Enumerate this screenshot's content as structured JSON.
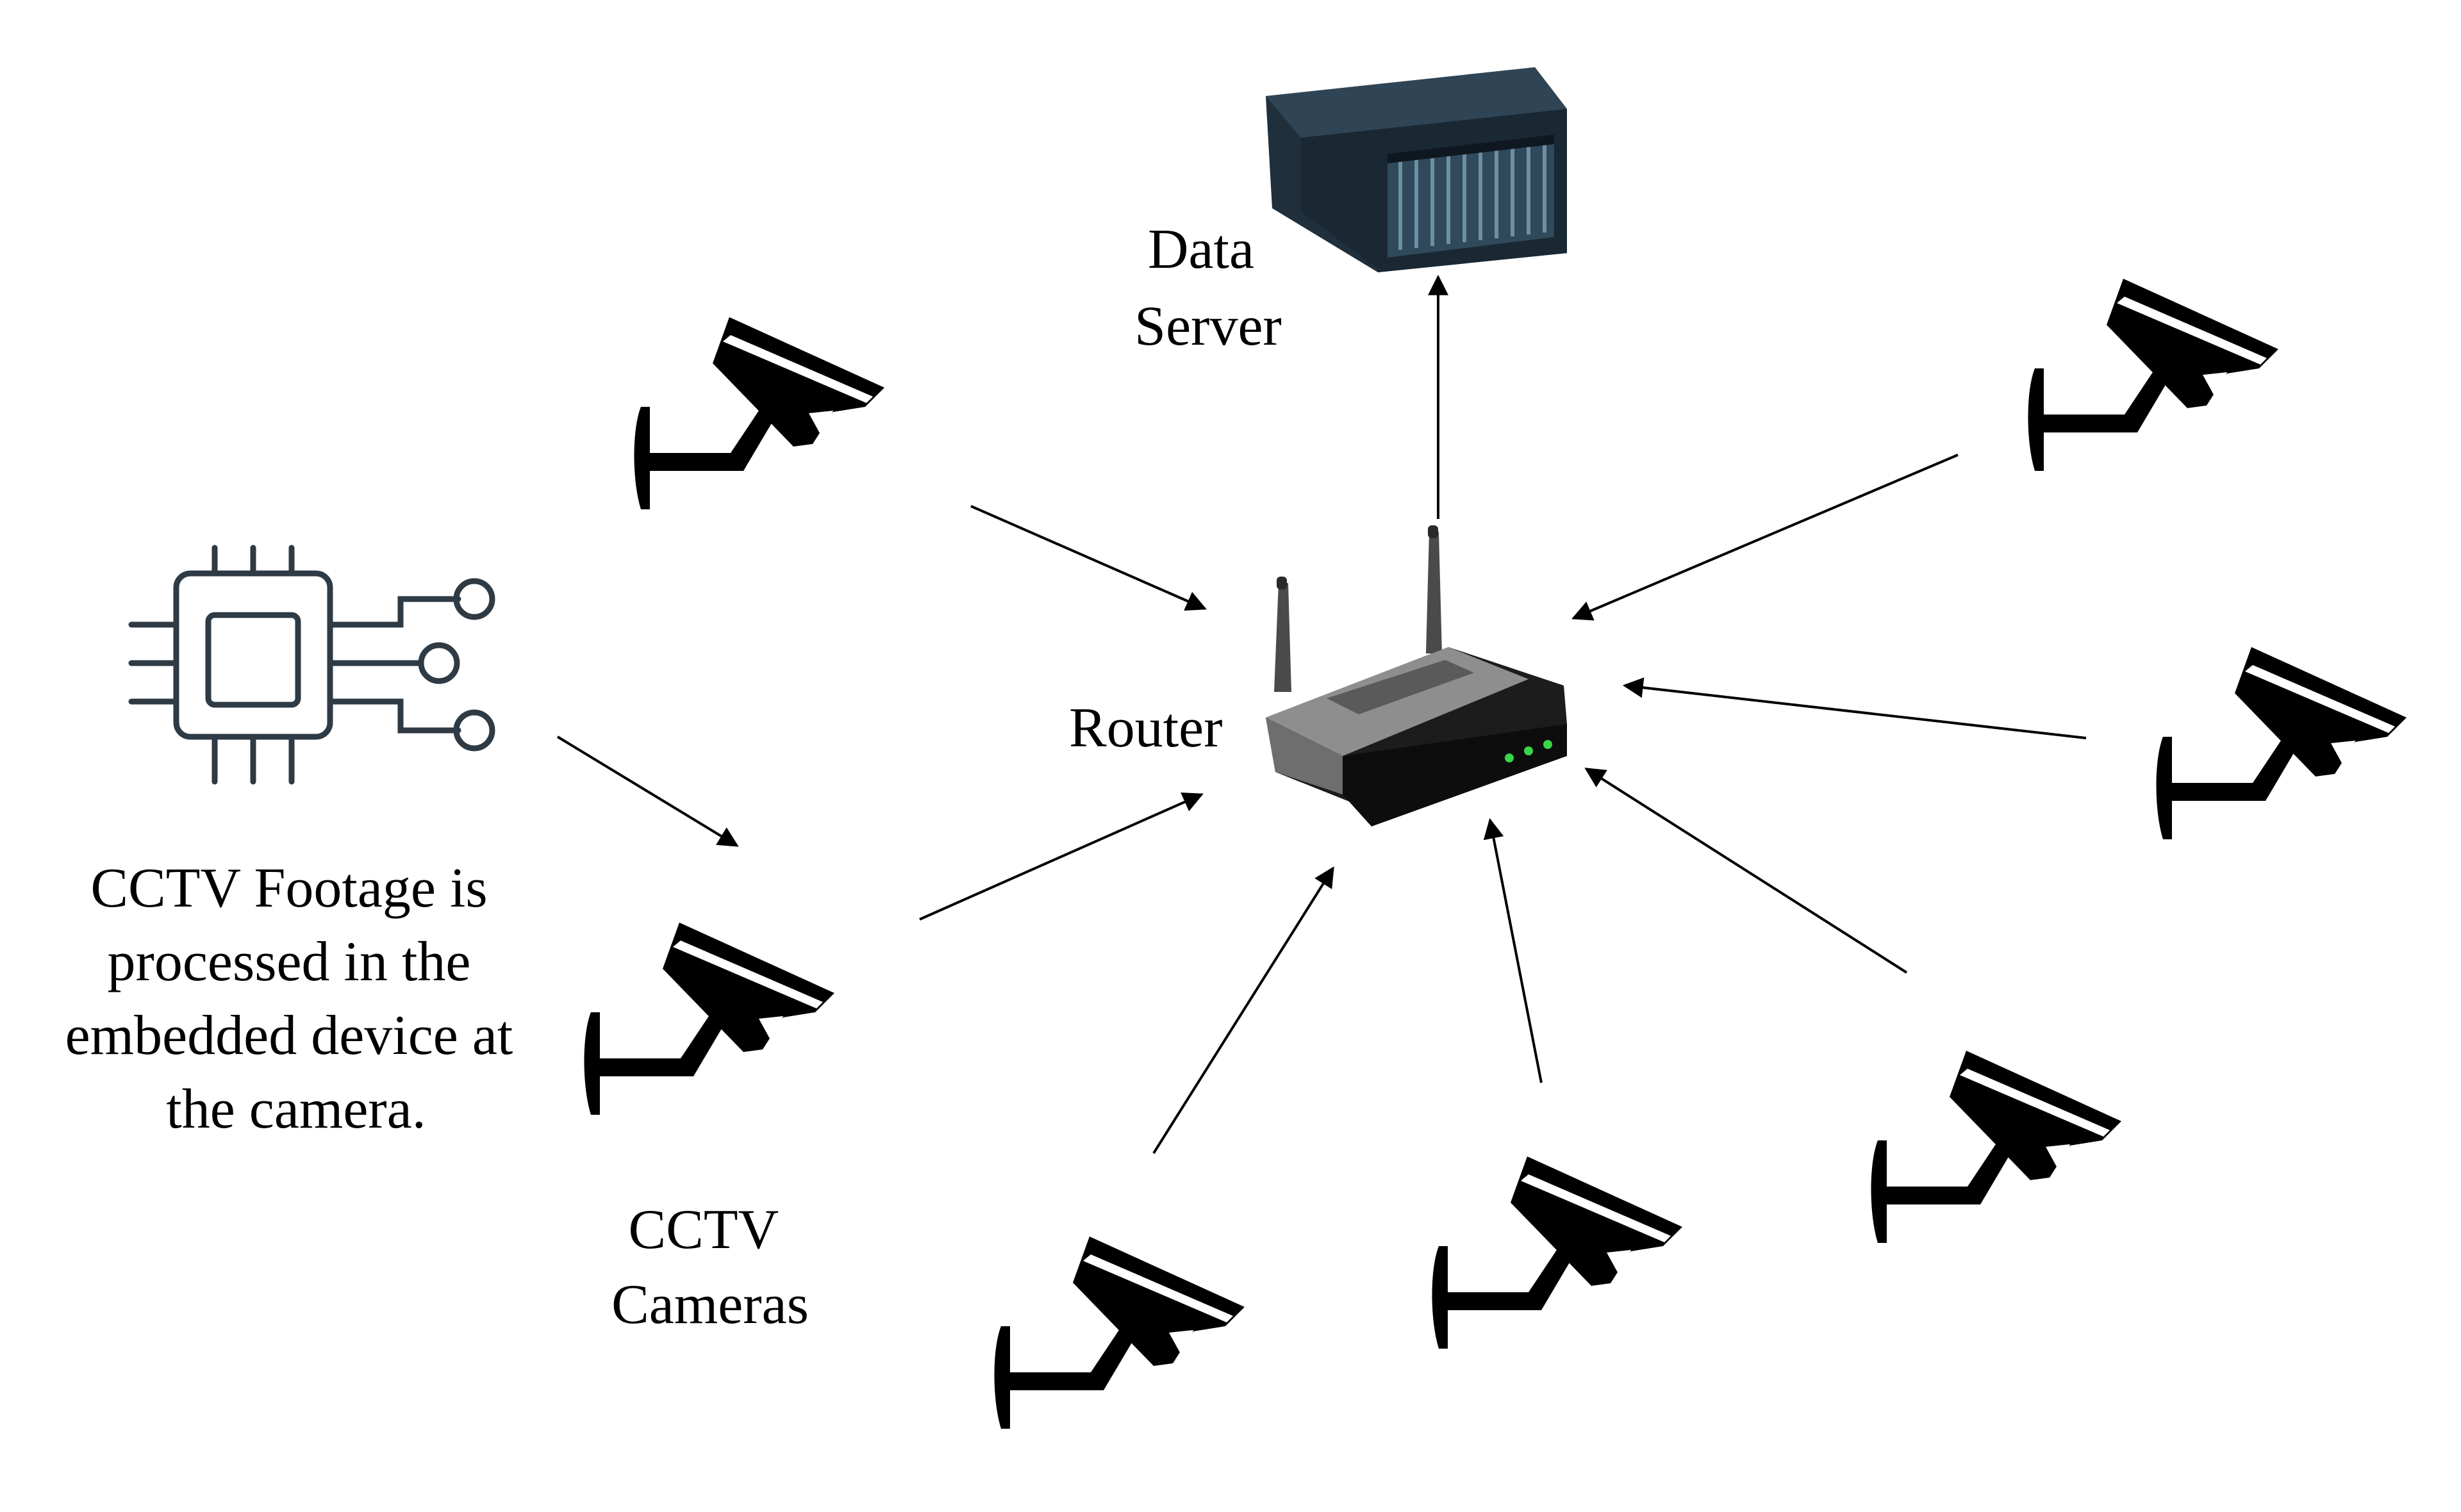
{
  "labels": {
    "data_server": [
      "Data",
      "Server"
    ],
    "router": "Router",
    "cctv_cameras": [
      "CCTV",
      "Cameras"
    ],
    "footage_note": [
      "CCTV Footage is",
      "processed in the",
      "embedded device at",
      "the camera."
    ]
  },
  "icons": {
    "server": "server-icon",
    "router": "router-icon",
    "chip": "embedded-chip-icon",
    "camera": "cctv-camera-icon"
  },
  "colors": {
    "chip_stroke": "#2e3a44",
    "arrow": "#000000",
    "camera": "#000000",
    "router_body": "#1a1a1a",
    "router_top": "#8a8a8a",
    "router_led": "#39d64a",
    "server_body": "#1f2f3c"
  }
}
